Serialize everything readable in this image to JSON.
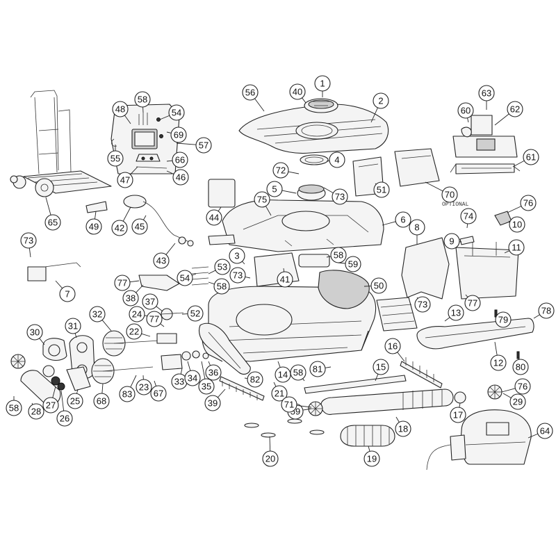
{
  "diagram": {
    "note": "OPTIONAL",
    "callouts": [
      "1",
      "2",
      "3",
      "4",
      "5",
      "6",
      "7",
      "8",
      "9",
      "10",
      "11",
      "12",
      "13",
      "14",
      "15",
      "16",
      "17",
      "18",
      "19",
      "20",
      "21",
      "22",
      "23",
      "24",
      "25",
      "26",
      "27",
      "28",
      "29",
      "30",
      "31",
      "32",
      "33",
      "34",
      "35",
      "36",
      "37",
      "38",
      "39",
      "40",
      "41",
      "42",
      "43",
      "44",
      "45",
      "46",
      "47",
      "48",
      "49",
      "50",
      "51",
      "52",
      "53",
      "54",
      "54",
      "55",
      "56",
      "57",
      "58",
      "58",
      "58",
      "58",
      "58",
      "59",
      "59",
      "60",
      "61",
      "62",
      "63",
      "64",
      "65",
      "66",
      "67",
      "68",
      "69",
      "70",
      "71",
      "72",
      "73",
      "73",
      "73",
      "73",
      "74",
      "75",
      "76",
      "76",
      "77",
      "77",
      "77",
      "78",
      "79",
      "80",
      "81",
      "82",
      "83"
    ]
  }
}
